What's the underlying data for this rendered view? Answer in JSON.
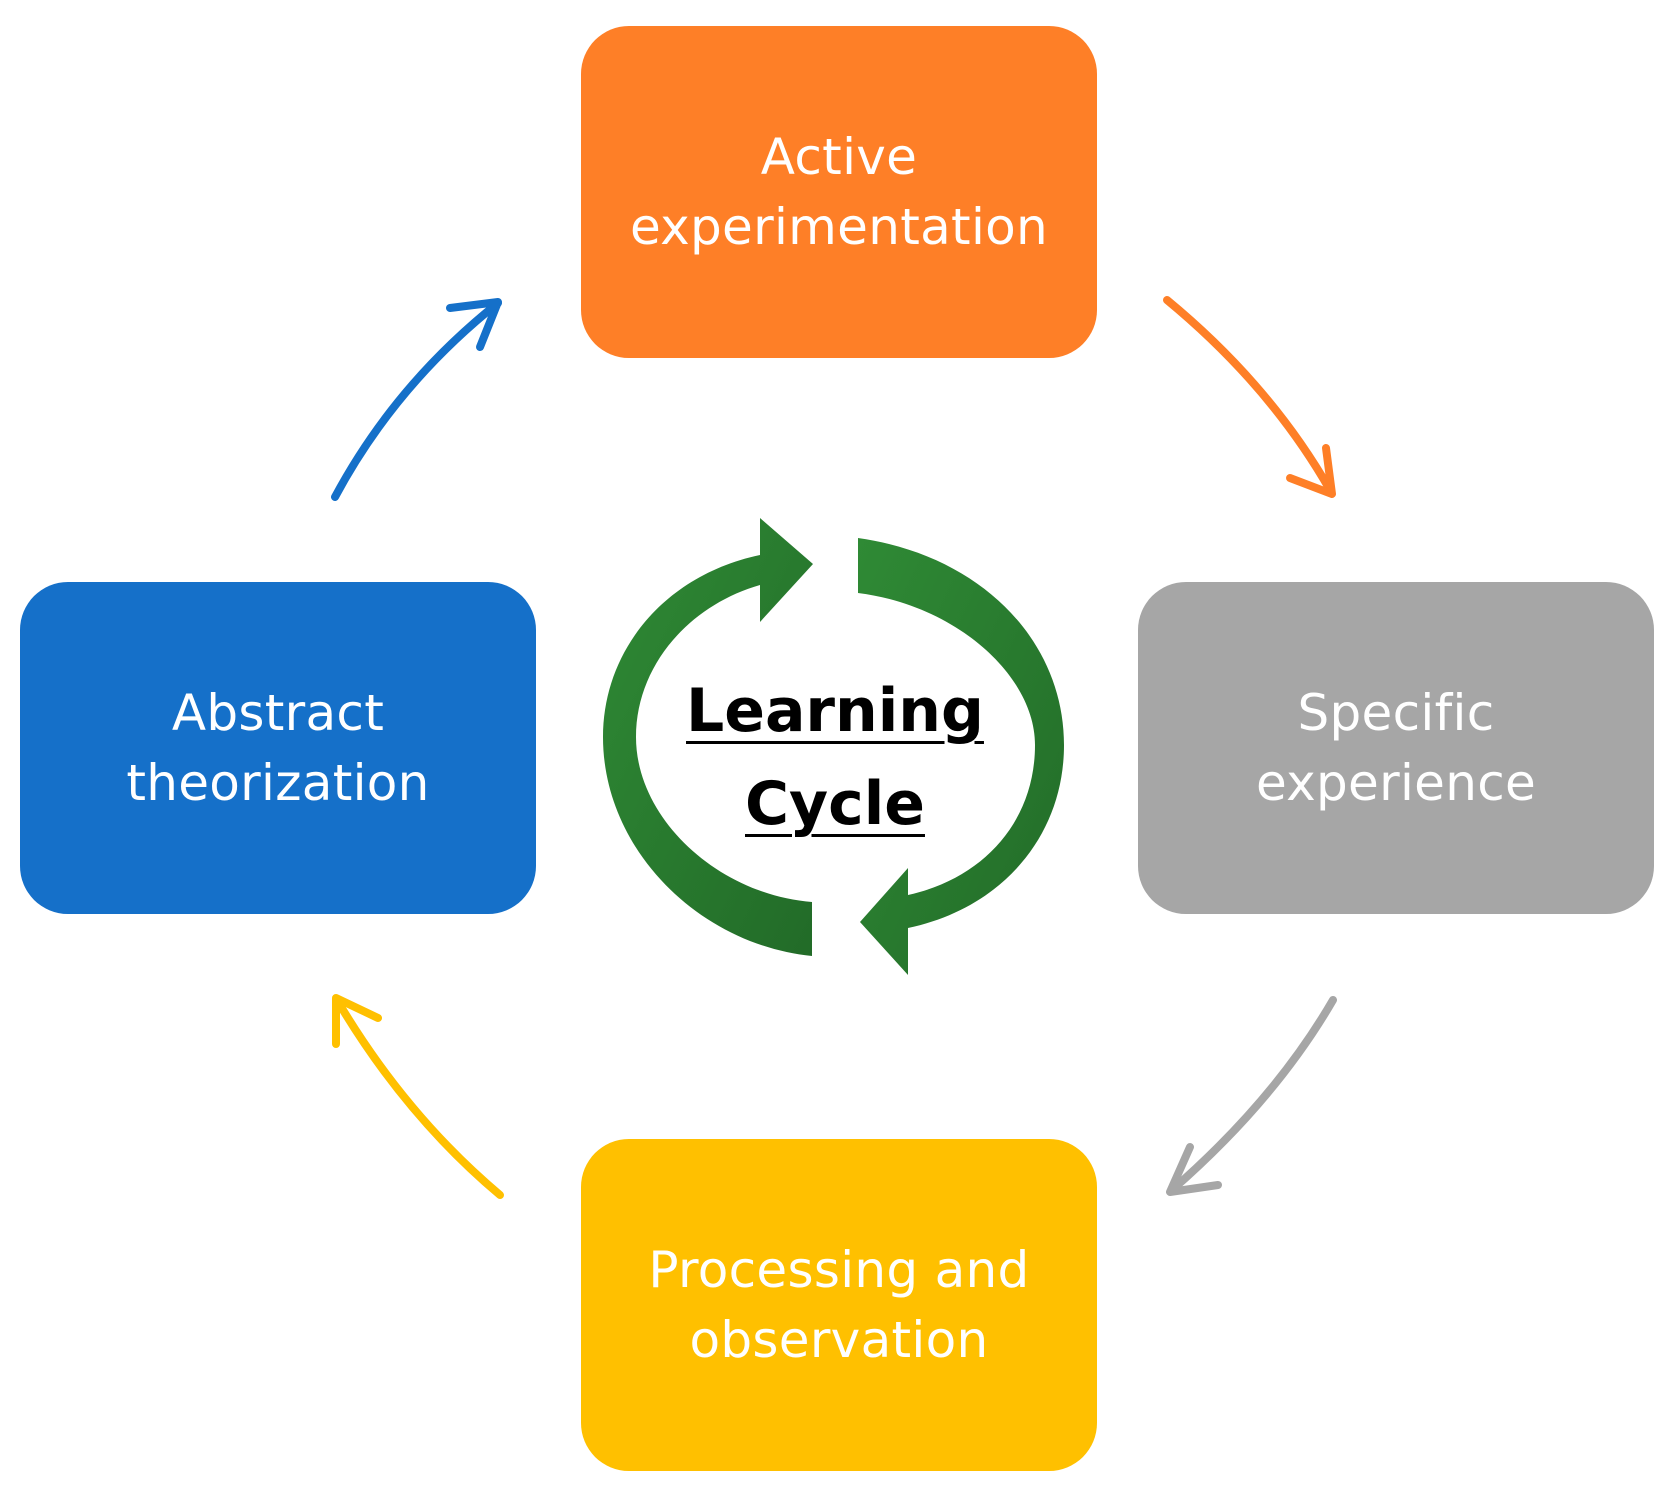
{
  "center": {
    "line1": "Learning",
    "line2": "Cycle",
    "arrow_color": "#2e7d32"
  },
  "stages": {
    "top": {
      "label": "Active\nexperimentation",
      "color": "#fe7f27"
    },
    "right": {
      "label": "Specific\nexperience",
      "color": "#a6a6a6"
    },
    "bottom": {
      "label": "Processing and\nobservation",
      "color": "#ffc000"
    },
    "left": {
      "label": "Abstract\ntheorization",
      "color": "#1570c9"
    }
  },
  "connectors": {
    "top_to_right": "#fe7f27",
    "right_to_bottom": "#a6a6a6",
    "bottom_to_left": "#ffc000",
    "left_to_top": "#1570c9"
  }
}
